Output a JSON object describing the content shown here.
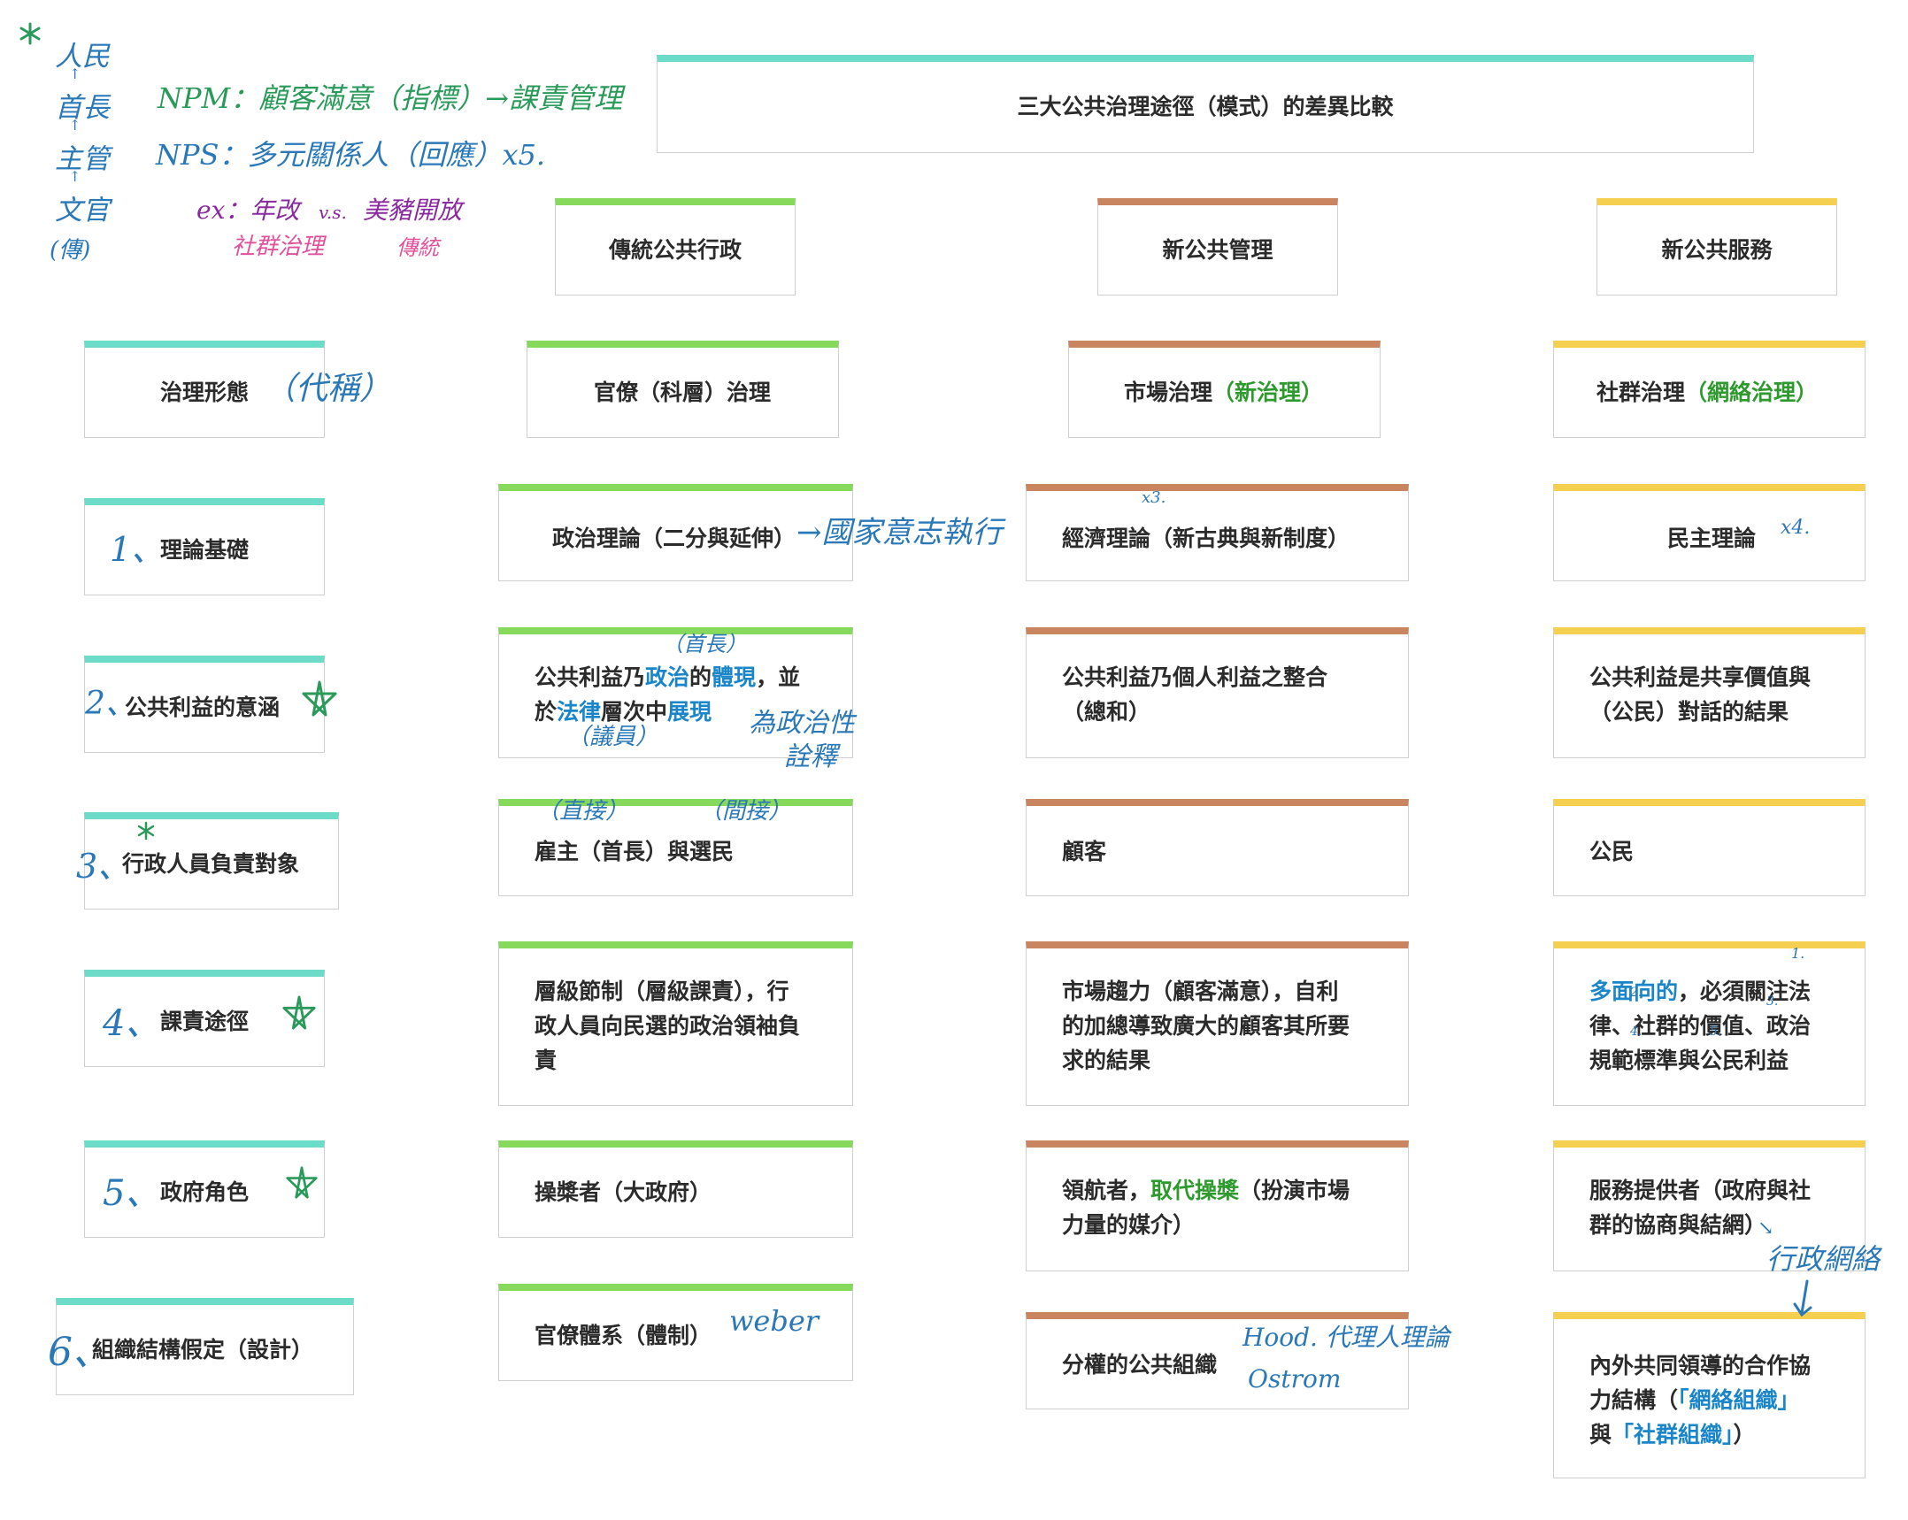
{
  "title": "三大公共治理途徑（模式）的差異比較",
  "columns": {
    "c1": "傳統公共行政",
    "c2": "新公共管理",
    "c3": "新公共服務"
  },
  "rows": {
    "r0": "治理形態",
    "r1": "理論基礎",
    "r2": "公共利益的意涵",
    "r3": "行政人員負責對象",
    "r4": "課責途徑",
    "r5": "政府角色",
    "r6": "組織結構假定（設計）"
  },
  "cells": {
    "c1r0": "官僚（科層）治理",
    "c2r0_a": "市場治理",
    "c2r0_b": "（新治理）",
    "c3r0_a": "社群治理",
    "c3r0_b": "（網絡治理）",
    "c1r1": "政治理論（二分與延伸）",
    "c2r1": "經濟理論（新古典與新制度）",
    "c3r1": "民主理論",
    "c1r2_a": "公共利益乃",
    "c1r2_b": "政治",
    "c1r2_c": "的",
    "c1r2_d": "體現",
    "c1r2_e": "，並",
    "c1r2_f": "於",
    "c1r2_g": "法律",
    "c1r2_h": "層次中",
    "c1r2_i": "展現",
    "c2r2_1": "公共利益乃個人利益之整合",
    "c2r2_2": "（總和）",
    "c3r2_1": "公共利益是共享價值與",
    "c3r2_2": "（公民）對話的結果",
    "c1r3": "雇主（首長）與選民",
    "c2r3": "顧客",
    "c3r3": "公民",
    "c1r4_1": "層級節制（層級課責），行",
    "c1r4_2": "政人員向民選的政治領袖負",
    "c1r4_3": "責",
    "c2r4_1": "市場趨力（顧客滿意），自利",
    "c2r4_2": "的加總導致廣大的顧客其所要",
    "c2r4_3": "求的結果",
    "c3r4_a": "多面向的",
    "c3r4_b": "，必須關注法",
    "c3r4_2": "律、社群的價值、政治",
    "c3r4_3": "規範標準與公民利益",
    "c1r5": "操槳者（大政府）",
    "c2r5_a": "領航者，",
    "c2r5_b": "取代操槳",
    "c2r5_c": "（扮演市場",
    "c2r5_2": "力量的媒介）",
    "c3r5_1": "服務提供者（政府與社",
    "c3r5_2": "群的協商與結網）",
    "c1r6": "官僚體系（體制）",
    "c2r6": "分權的公共組織",
    "c3r6_1": "內外共同領導的合作協",
    "c3r6_2a": "力結構（",
    "c3r6_2b": "「網絡組織」",
    "c3r6_3a": "與",
    "c3r6_3b": "「社群組織」",
    "c3r6_3c": "）"
  },
  "notes": {
    "n_people": "人民",
    "n_head": "首長",
    "n_manager": "主管",
    "n_official": "文官",
    "n_trad": "(傳)",
    "n_npm": "NPM：顧客滿意（指標）→課責管理",
    "n_nps": "NPS：多元關係人（回應）x5.",
    "n_ex": "ex：年改",
    "n_vs": "v.s.",
    "n_pig": "美豬開放",
    "n_community": "社群治理",
    "n_tradition": "傳統",
    "n_alias": "（代稱）",
    "n_1": "1、",
    "n_2": "2、",
    "n_3": "3、",
    "n_4": "4、",
    "n_5": "5、",
    "n_6": "6、",
    "n_state": "→國家意志執行",
    "n_x3": "x3.",
    "n_x4": "x4.",
    "n_head2": "（首長）",
    "n_council": "（議員）",
    "n_political": "為政治性",
    "n_interpret": "詮釋",
    "n_direct": "（直接）",
    "n_indirect": "（間接）",
    "n_weber": "weber",
    "n_hood": "Hood. 代理人理論",
    "n_ostrom": "Ostrom",
    "n_network": "行政網絡",
    "n_num1": "1.",
    "n_num2": "2.",
    "n_num3": "3.",
    "n_num4": "4.",
    "n_num5": "5."
  }
}
